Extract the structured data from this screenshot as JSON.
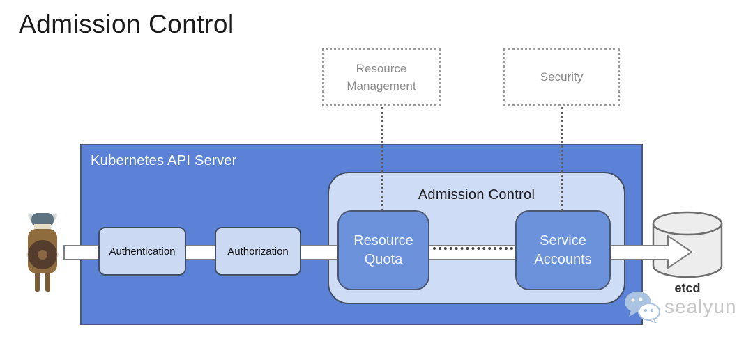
{
  "page": {
    "title": "Admission Control",
    "background": "#ffffff"
  },
  "external_groups": [
    {
      "label": "Resource Management"
    },
    {
      "label": "Security"
    }
  ],
  "api_server": {
    "label": "Kubernetes API Server",
    "stages": [
      {
        "label": "Authentication"
      },
      {
        "label": "Authorization"
      }
    ],
    "admission_control": {
      "label": "Admission Control",
      "plugins": [
        {
          "label": "Resource Quota"
        },
        {
          "label": "Service Accounts"
        }
      ]
    }
  },
  "datastore": {
    "label": "etcd",
    "icon": "database-cylinder-icon"
  },
  "flow": {
    "icon": "flow-arrow",
    "source_icon": "viking-user-icon"
  },
  "watermark": {
    "label": "sealyun",
    "icon": "wechat-icon"
  },
  "colors": {
    "api_server_fill": "#5b82d7",
    "api_server_border": "#4c5878",
    "panel_fill": "#cfdcf5",
    "panel_border": "#414d61",
    "plugin_fill": "#6d92dc",
    "plugin_border": "#4b5870",
    "stage_fill": "#cbd9f3",
    "stage_border": "#414d61",
    "arrow_fill": "#ffffff",
    "arrow_border": "#7d7d7d",
    "dashed_border": "#9c9c9c",
    "dashed_text": "#8d8d8d",
    "connector_dot": "#5f5f5f",
    "title_text": "#1b1b1b",
    "api_label_text": "#ffffff",
    "cylinder_fill": "#ededed",
    "cylinder_border": "#6e6e6e",
    "etcd_text": "#2d2d2d",
    "watermark_text": "#c8c8c8",
    "watermark_icon": "#a9c3e1"
  }
}
